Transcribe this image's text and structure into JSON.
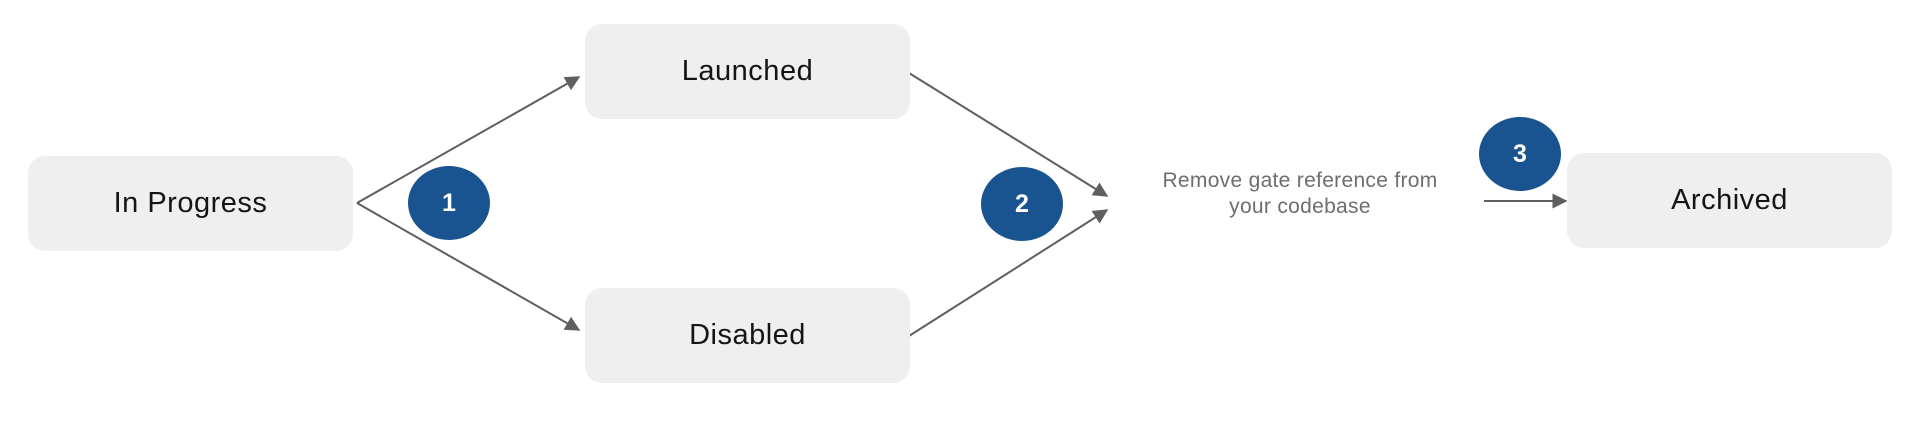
{
  "diagram": {
    "nodes": {
      "in_progress": {
        "label": "In Progress"
      },
      "launched": {
        "label": "Launched"
      },
      "disabled": {
        "label": "Disabled"
      },
      "archived": {
        "label": "Archived"
      }
    },
    "steps": [
      {
        "number": "1"
      },
      {
        "number": "2"
      },
      {
        "number": "3"
      }
    ],
    "annotation": {
      "line1": "Remove gate reference from",
      "line2": "your codebase"
    }
  },
  "colors": {
    "step_circle": "#1A5490",
    "step_number": "#FFFFFF",
    "node_bg": "#EFEFEF",
    "node_text": "#141414",
    "arrow": "#5F5F5F",
    "annotation_text": "#6E6E6E",
    "canvas_bg": "#FFFFFF"
  }
}
